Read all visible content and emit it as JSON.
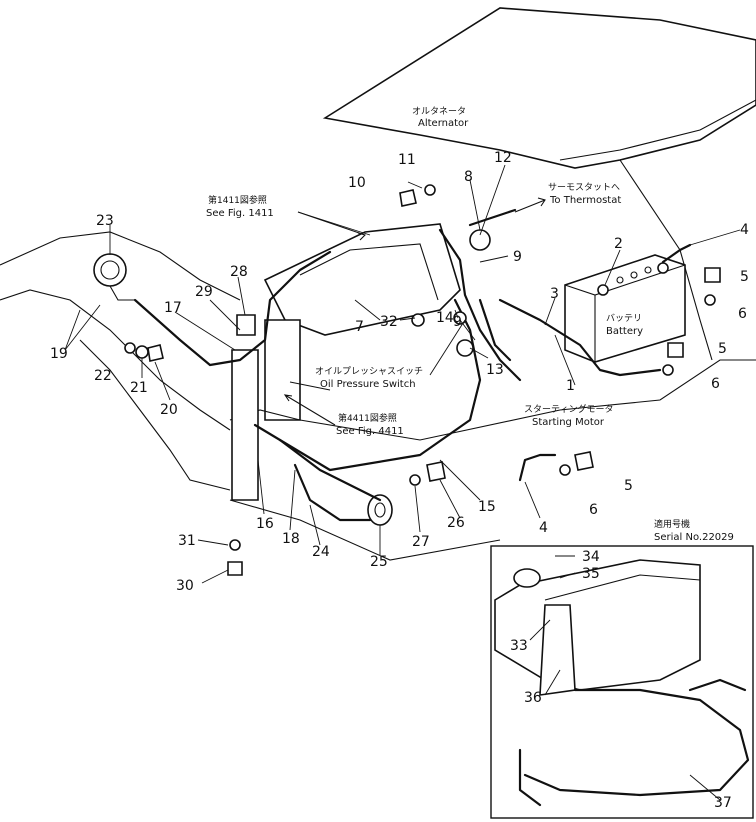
{
  "callouts": [
    {
      "n": "1"
    },
    {
      "n": "2"
    },
    {
      "n": "3"
    },
    {
      "n": "4"
    },
    {
      "n": "4"
    },
    {
      "n": "5"
    },
    {
      "n": "5"
    },
    {
      "n": "5"
    },
    {
      "n": "6"
    },
    {
      "n": "6"
    },
    {
      "n": "6"
    },
    {
      "n": "7"
    },
    {
      "n": "8"
    },
    {
      "n": "9"
    },
    {
      "n": "9"
    },
    {
      "n": "10"
    },
    {
      "n": "11"
    },
    {
      "n": "12"
    },
    {
      "n": "13"
    },
    {
      "n": "14"
    },
    {
      "n": "15"
    },
    {
      "n": "16"
    },
    {
      "n": "17"
    },
    {
      "n": "18"
    },
    {
      "n": "19"
    },
    {
      "n": "20"
    },
    {
      "n": "21"
    },
    {
      "n": "22"
    },
    {
      "n": "23"
    },
    {
      "n": "24"
    },
    {
      "n": "25"
    },
    {
      "n": "26"
    },
    {
      "n": "27"
    },
    {
      "n": "28"
    },
    {
      "n": "29"
    },
    {
      "n": "30"
    },
    {
      "n": "31"
    },
    {
      "n": "32"
    },
    {
      "n": "33"
    },
    {
      "n": "34"
    },
    {
      "n": "35"
    },
    {
      "n": "36"
    },
    {
      "n": "37"
    }
  ],
  "labels": {
    "alternator_jp": "オルタネータ",
    "alternator_en": "Alternator",
    "thermostat_jp": "サーモスタットへ",
    "thermostat_en": "To Thermostat",
    "fig1411_jp": "第1411図参照",
    "fig1411_en": "See Fig. 1411",
    "battery_jp": "バッテリ",
    "battery_en": "Battery",
    "oil_switch_jp": "オイルプレッシャスイッチ",
    "oil_switch_en": "Oil Pressure Switch",
    "fig4411_jp": "第4411図参照",
    "fig4411_en": "See Fig. 4411",
    "starting_motor_jp": "スターティングモータ",
    "starting_motor_en": "Starting Motor",
    "serial_jp": "適用号機",
    "serial_en": "Serial No.22029"
  }
}
